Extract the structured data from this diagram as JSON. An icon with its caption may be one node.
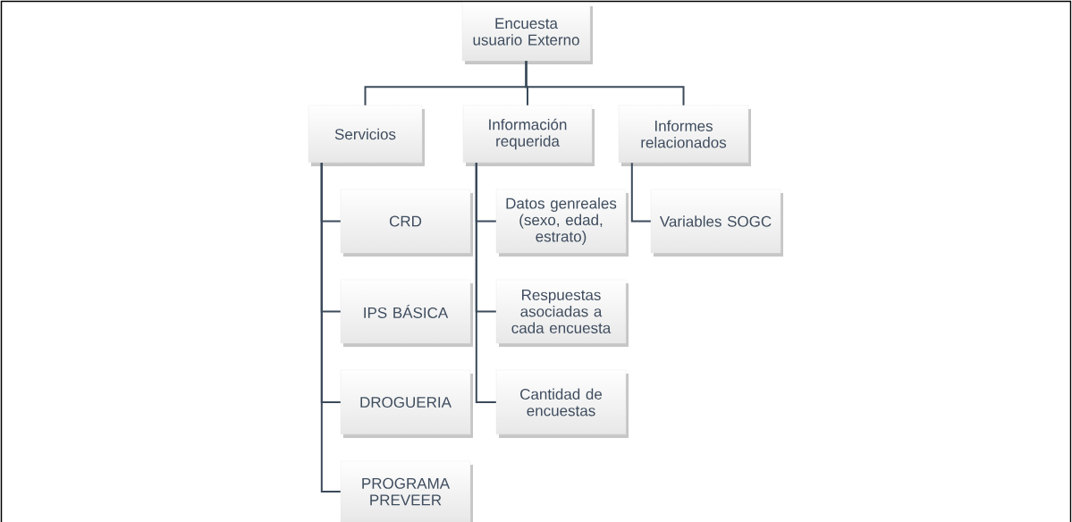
{
  "diagram": {
    "nodes": [
      {
        "text": [
          "Encuesta usuario Externo"
        ]
      },
      {
        "text": [
          "Servicios"
        ]
      },
      {
        "text": [
          "Información requerida"
        ]
      },
      {
        "text": [
          "Informes relacionados"
        ]
      },
      {
        "text": [
          "CRD"
        ]
      },
      {
        "text": [
          "IPS BÁSICA"
        ]
      },
      {
        "text": [
          "DROGUERIA"
        ]
      },
      {
        "text": [
          "PROGRAMA PREVEER"
        ]
      },
      {
        "text": [
          "Datos genreales (sexo, edad, estrato)"
        ]
      },
      {
        "text": [
          "Respuestas asociadas a cada encuesta"
        ]
      },
      {
        "text": [
          "Cantidad de encuestas"
        ]
      },
      {
        "text": [
          "Variables SOGC"
        ]
      }
    ],
    "edges": [
      {
        "from": 0,
        "to": 1,
        "arrow": "none"
      },
      {
        "from": 0,
        "to": 2,
        "arrow": "none"
      },
      {
        "from": 0,
        "to": 3,
        "arrow": "none"
      },
      {
        "from": 1,
        "to": 4,
        "arrow": "none"
      },
      {
        "from": 1,
        "to": 5,
        "arrow": "none"
      },
      {
        "from": 1,
        "to": 6,
        "arrow": "none"
      },
      {
        "from": 1,
        "to": 7,
        "arrow": "none"
      },
      {
        "from": 2,
        "to": 8,
        "arrow": "none"
      },
      {
        "from": 2,
        "to": 9,
        "arrow": "none"
      },
      {
        "from": 2,
        "to": 10,
        "arrow": "none"
      },
      {
        "from": 3,
        "to": 11,
        "arrow": "none"
      }
    ]
  }
}
